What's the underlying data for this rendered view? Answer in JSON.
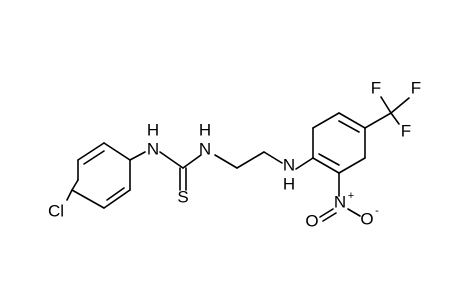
{
  "molecule": {
    "atoms": {
      "cl": "Cl",
      "nh_left": "N",
      "h_left": "H",
      "nh_mid": "N",
      "h_mid": "H",
      "s": "S",
      "nh_right": "N",
      "h_right": "H",
      "f1": "F",
      "f2": "F",
      "f3": "F",
      "n_nitro": "N",
      "n_plus": "+",
      "o_double": "O",
      "o_single": "O",
      "o_minus": "-"
    }
  },
  "colors": {
    "background": "#ffffff",
    "bond": "#000000",
    "label": "#000000"
  }
}
